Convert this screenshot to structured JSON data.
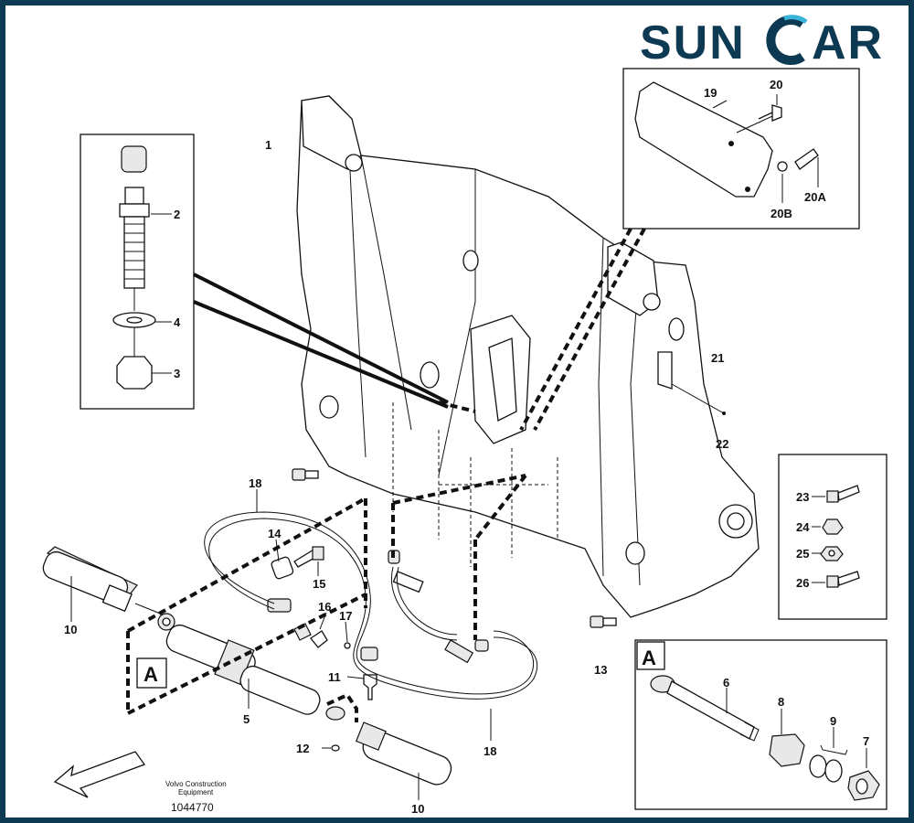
{
  "brand": {
    "left": "SUN",
    "right": "AR",
    "color": "#0d3a52"
  },
  "footer": {
    "line1": "Volvo Construction",
    "line2": "Equipment",
    "code": "1044770"
  },
  "labels": {
    "p1": "1",
    "p2": "2",
    "p3": "3",
    "p4": "4",
    "p5": "5",
    "p6": "6",
    "p7": "7",
    "p8": "8",
    "p9": "9",
    "p10a": "10",
    "p10b": "10",
    "p11": "11",
    "p12": "12",
    "p13": "13",
    "p14": "14",
    "p15": "15",
    "p16": "16",
    "p17": "17",
    "p18a": "18",
    "p18b": "18",
    "p19": "19",
    "p20": "20",
    "p20a": "20A",
    "p20b": "20B",
    "p21": "21",
    "p22": "22",
    "p23": "23",
    "p24": "24",
    "p25": "25",
    "p26": "26"
  },
  "callouts": {
    "detail_a_main": "A",
    "detail_a_box": "A"
  },
  "colors": {
    "frame": "#0d3a52",
    "ink": "#111111"
  }
}
